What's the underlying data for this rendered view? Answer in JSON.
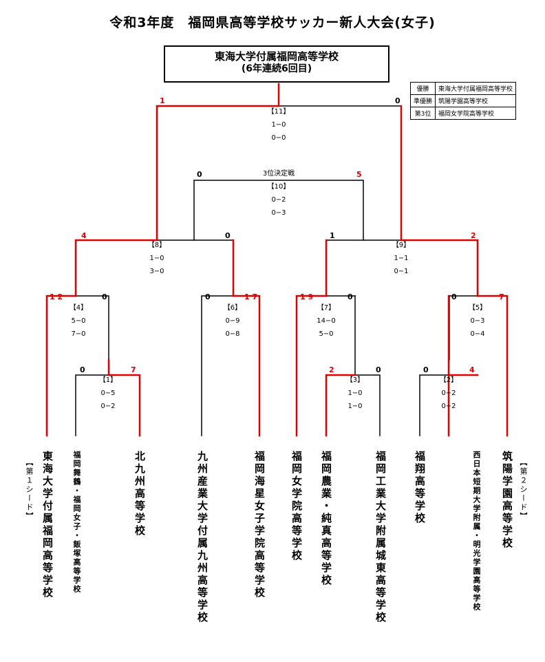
{
  "title": "令和3年度　福岡県高等学校サッカー新人大会(女子)",
  "champion": {
    "name": "東海大学付属福岡高等学校",
    "record": "(6年連続6回目)"
  },
  "results": [
    {
      "rank": "優勝",
      "team": "東海大学付属福岡高等学校"
    },
    {
      "rank": "準優勝",
      "team": "筑陽学園高等学校"
    },
    {
      "rank": "第3位",
      "team": "福岡女学院高等学校"
    }
  ],
  "matches": [
    {
      "id": "m1",
      "no": "【1】",
      "h1": "0−5",
      "h2": "0−2",
      "ls": "0",
      "rs": "7"
    },
    {
      "id": "m2",
      "no": "【2】",
      "h1": "0−2",
      "h2": "0−2",
      "ls": "0",
      "rs": "4"
    },
    {
      "id": "m3",
      "no": "【3】",
      "h1": "1−0",
      "h2": "1−0",
      "ls": "2",
      "rs": "0"
    },
    {
      "id": "m4",
      "no": "【4】",
      "h1": "5−0",
      "h2": "7−0",
      "ls": "1 2",
      "rs": "0"
    },
    {
      "id": "m5",
      "no": "【5】",
      "h1": "0−3",
      "h2": "0−4",
      "ls": "0",
      "rs": "7"
    },
    {
      "id": "m6",
      "no": "【6】",
      "h1": "0−9",
      "h2": "0−8",
      "ls": "0",
      "rs": "1 7"
    },
    {
      "id": "m7",
      "no": "【7】",
      "h1": "14−0",
      "h2": "5−0",
      "ls": "1 9",
      "rs": "0"
    },
    {
      "id": "m8",
      "no": "【8】",
      "h1": "1−0",
      "h2": "3−0",
      "ls": "4",
      "rs": "0"
    },
    {
      "id": "m9",
      "no": "【9】",
      "h1": "1−1",
      "h2": "0−1",
      "ls": "1",
      "rs": "2"
    },
    {
      "id": "m10",
      "no": "【10】",
      "h1": "0−2",
      "h2": "0−3",
      "ls": "0",
      "rs": "5",
      "label": "3位決定戦"
    },
    {
      "id": "m11",
      "no": "【11】",
      "h1": "1−0",
      "h2": "0−0",
      "ls": "1",
      "rs": "0"
    }
  ],
  "teams": [
    "東海大学付属福岡高等学校",
    "福岡舞鶴・福岡女子・飯塚高等学校",
    "北九州高等学校",
    "九州産業大学付属九州高等学校",
    "福岡海星女子学院高等学校",
    "福岡女学院高等学校",
    "福岡農業・純真高等学校",
    "福岡工業大学附属城東高等学校",
    "福翔高等学校",
    "西日本短期大学附属・明光学園高等学校",
    "筑陽学園高等学校"
  ],
  "seeds": {
    "first": "【第１シード】",
    "second": "【第２シード】"
  },
  "colors": {
    "win": "#e00000",
    "lose": "#000000"
  }
}
